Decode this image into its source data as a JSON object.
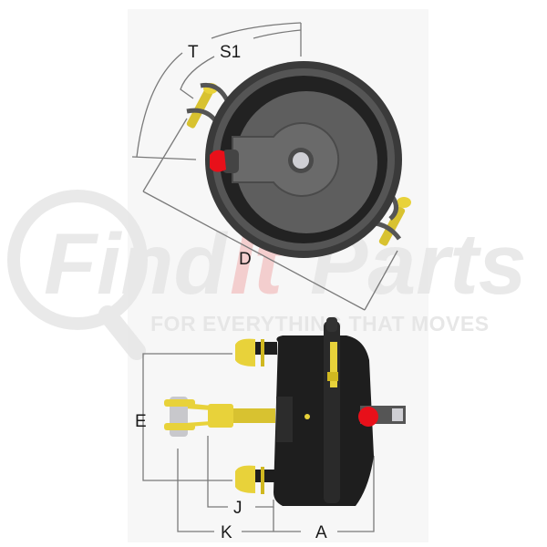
{
  "diagram": {
    "subject": "brake chamber dimension diagram",
    "top_view": {
      "labels": {
        "t": "T",
        "s1": "S1",
        "d": "D"
      }
    },
    "side_view": {
      "labels": {
        "e": "E",
        "j": "J",
        "k": "K",
        "a": "A"
      }
    }
  },
  "watermark": {
    "brand_prefix": "Find",
    "brand_mid": "It",
    "brand_suffix": "Parts",
    "tagline": "FOR EVERYTHING THAT MOVES"
  },
  "colors": {
    "chamber_body": "#3c3c3c",
    "chamber_inner": "#5a5a5a",
    "fitting_yellow": "#e8d23a",
    "port_red": "#e8101a",
    "dim_line": "#777777",
    "watermark_gray": "#e6e6e6",
    "watermark_red": "#f2c7c7"
  }
}
